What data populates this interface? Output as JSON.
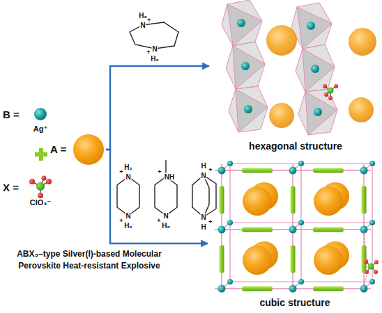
{
  "diagram": {
    "caption": "ABX₃–type Silver(I)-based Molecular Perovskite Heat-resistant Explosive",
    "nodes": [
      {
        "text": [
          "B =",
          "Ag⁺"
        ]
      },
      {
        "text": [
          "A ="
        ]
      },
      {
        "text": [
          "X =",
          "ClO₄⁻"
        ]
      },
      {
        "text": [
          "hexagonal structure"
        ]
      },
      {
        "text": [
          "cubic structure"
        ]
      }
    ],
    "edges": [
      {
        "from": 1,
        "to": 3,
        "arrow": "to"
      },
      {
        "from": 1,
        "to": 4,
        "arrow": "to"
      }
    ],
    "labels": [
      "H₂",
      "N",
      "+",
      "+",
      "N",
      "H₂",
      "H₂",
      "+",
      "N",
      "N",
      "+",
      "H₂",
      "+",
      "NH",
      "N",
      "+",
      "H₂",
      "H",
      "+",
      "N",
      "+",
      "N",
      "H"
    ]
  }
}
